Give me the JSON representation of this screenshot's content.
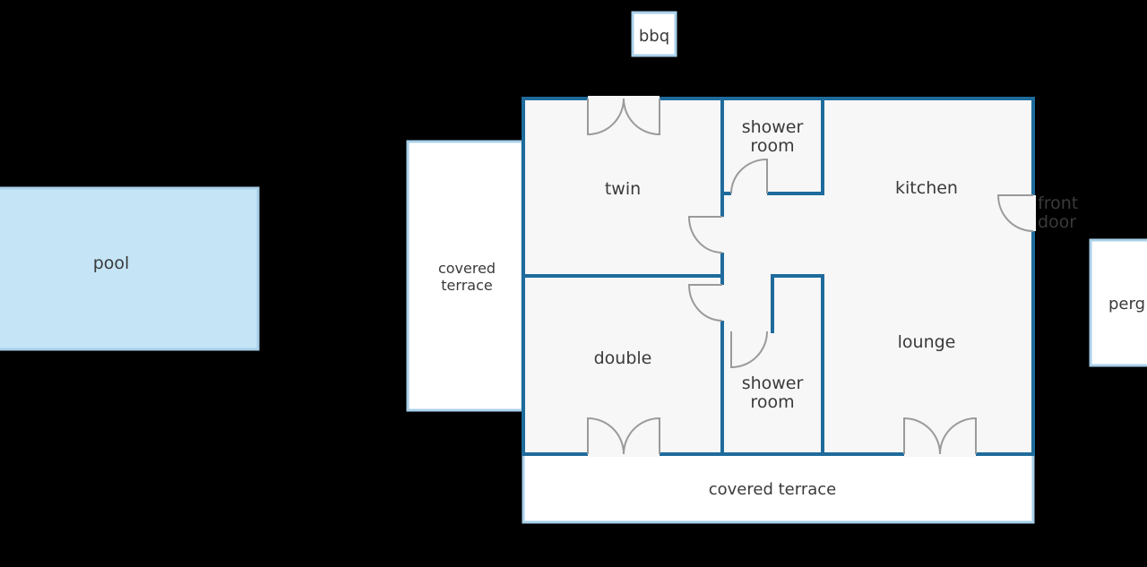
{
  "colors": {
    "background": "#000000",
    "floor": "#f7f7f7",
    "wall": "#1e6b9c",
    "outline": "#a9d0ea",
    "outdoor": "#ffffff",
    "pool": "#c5e5f7",
    "door": "#9a9a9a",
    "text": "#3a3a3a"
  },
  "outdoor": {
    "pool": "pool",
    "bbq": "bbq",
    "covered_terrace_left": [
      "covered",
      "terrace"
    ],
    "covered_terrace_bottom": "covered terrace",
    "pergola": "perg"
  },
  "rooms": {
    "twin": "twin",
    "shower_room_top": [
      "shower",
      "room"
    ],
    "kitchen": "kitchen",
    "double": "double",
    "shower_room_bottom": [
      "shower",
      "room"
    ],
    "lounge": "lounge"
  },
  "front_door": [
    "front",
    "door"
  ]
}
